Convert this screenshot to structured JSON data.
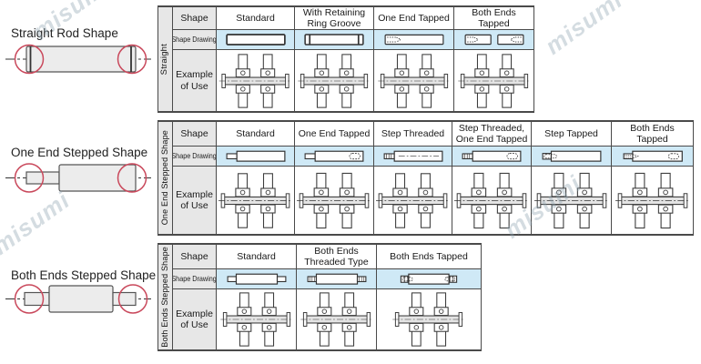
{
  "watermark": {
    "text": "misumi",
    "color": "#8fa5b1"
  },
  "colors": {
    "highlight_blue": "#cfe9f6",
    "header_gray": "#e7e7e7",
    "grid_line": "#4a4a4a",
    "accent_red": "#c9485b"
  },
  "icons": {
    "example_ref": "#ex-assembly",
    "example_icon": "bearing-mount-assembly-drawing"
  },
  "left_panel": {
    "items": [
      {
        "label": "Straight Rod Shape",
        "icon": "straight-rod-diagram"
      },
      {
        "label": "One End Stepped Shape",
        "icon": "one-end-stepped-diagram"
      },
      {
        "label": "Both Ends Stepped Shape",
        "icon": "both-ends-stepped-diagram"
      }
    ]
  },
  "tables": [
    {
      "side_label": "Straight",
      "corner_label": "Shape",
      "drawing_row_label": "Shape Drawing",
      "example_row_label": "Example\nof Use",
      "columns": [
        {
          "label": "Standard",
          "drawing_icon": "rod-plain",
          "drawing_ref": "#sd-rod"
        },
        {
          "label": "With Retaining Ring Groove",
          "drawing_icon": "rod-retaining-ring-groove",
          "drawing_ref": "#sd-rod-groove"
        },
        {
          "label": "One End Tapped",
          "drawing_icon": "rod-one-end-tapped",
          "drawing_ref": "#sd-rod-tap1"
        },
        {
          "label": "Both Ends Tapped",
          "drawing_icon": "rod-both-ends-tapped",
          "drawing_ref": "#sd-rod-tap2"
        }
      ]
    },
    {
      "side_label": "One End Stepped Shape",
      "corner_label": "Shape",
      "drawing_row_label": "Shape Drawing",
      "example_row_label": "Example\nof Use",
      "columns": [
        {
          "label": "Standard",
          "drawing_icon": "step-plain",
          "drawing_ref": "#sd-step"
        },
        {
          "label": "One End Tapped",
          "drawing_icon": "step-one-end-tapped",
          "drawing_ref": "#sd-step-tap"
        },
        {
          "label": "Step Threaded",
          "drawing_icon": "step-threaded",
          "drawing_ref": "#sd-step-thread"
        },
        {
          "label": "Step Threaded, One End Tapped",
          "drawing_icon": "step-threaded-one-end-tapped",
          "drawing_ref": "#sd-step-thread-tap"
        },
        {
          "label": "Step Tapped",
          "drawing_icon": "step-tapped",
          "drawing_ref": "#sd-step-tapstep"
        },
        {
          "label": "Both Ends Tapped",
          "drawing_icon": "step-both-ends-tapped",
          "drawing_ref": "#sd-step-tapboth"
        }
      ]
    },
    {
      "side_label": "Both Ends Stepped Shape",
      "corner_label": "Shape",
      "drawing_row_label": "Shape Drawing",
      "example_row_label": "Example\nof Use",
      "columns": [
        {
          "label": "Standard",
          "drawing_icon": "both-step-plain",
          "drawing_ref": "#sd-bstep"
        },
        {
          "label": "Both Ends Threaded Type",
          "drawing_icon": "both-step-threaded",
          "drawing_ref": "#sd-bstep-thread"
        },
        {
          "label": "Both Ends Tapped",
          "drawing_icon": "both-step-tapped",
          "drawing_ref": "#sd-bstep-tap"
        }
      ]
    }
  ]
}
